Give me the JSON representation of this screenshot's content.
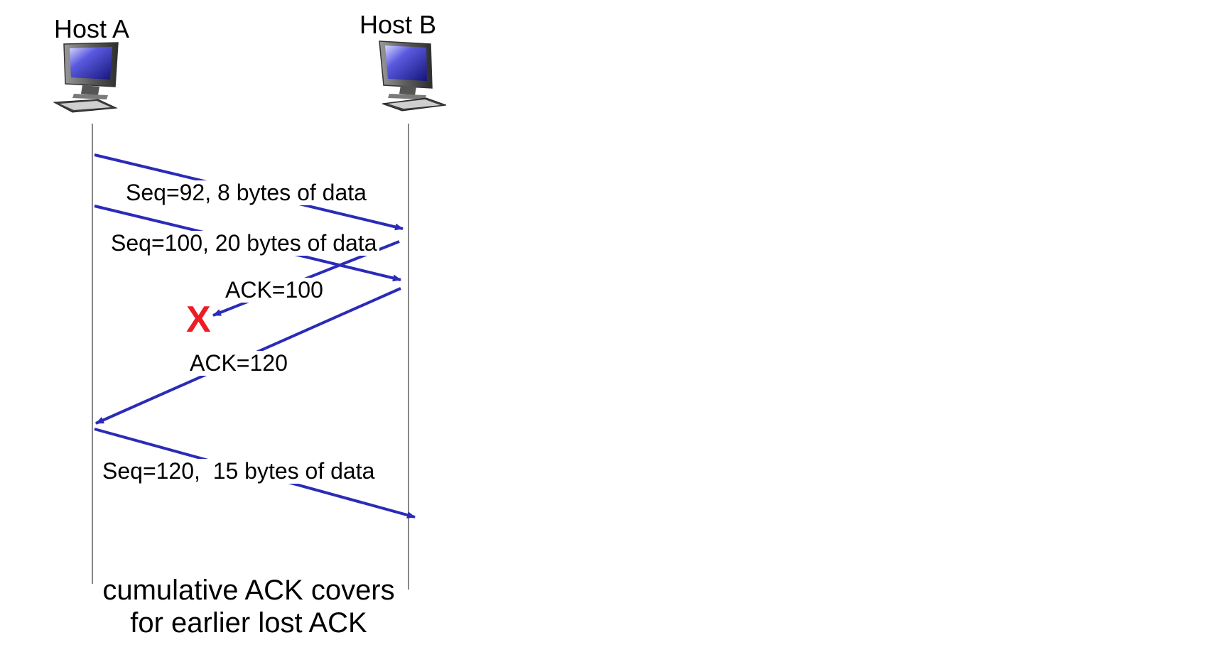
{
  "hosts": {
    "a": {
      "label": "Host A"
    },
    "b": {
      "label": "Host B"
    }
  },
  "messages": [
    {
      "id": "m1",
      "label": "Seq=92, 8 bytes of data",
      "from": "A",
      "to": "B",
      "delivered": true
    },
    {
      "id": "m2",
      "label": "Seq=100, 20 bytes of data",
      "from": "A",
      "to": "B",
      "delivered": true
    },
    {
      "id": "m3",
      "label": "ACK=100",
      "from": "B",
      "to": "A",
      "delivered": false
    },
    {
      "id": "m4",
      "label": "ACK=120",
      "from": "B",
      "to": "A",
      "delivered": true
    },
    {
      "id": "m5",
      "label": "Seq=120,  15 bytes of data",
      "from": "A",
      "to": "B",
      "delivered": true
    }
  ],
  "lost_marker": "X",
  "caption": {
    "line1": "cumulative ACK covers",
    "line2": "for earlier lost ACK"
  },
  "colors": {
    "arrow": "#2b2bb8",
    "lost": "#ee1b24",
    "timeline": "#888888"
  },
  "icons": {
    "host_a": "desktop-computer-icon",
    "host_b": "desktop-computer-icon"
  }
}
